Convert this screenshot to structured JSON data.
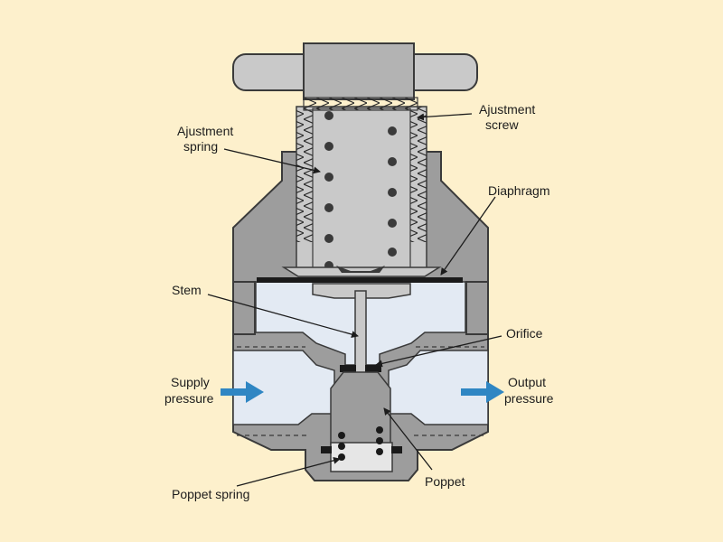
{
  "colors": {
    "background": "#fdf0cc",
    "body": "#9d9d9d",
    "body_light": "#c9c9c9",
    "outline": "#3a3a3a",
    "fluid": "#e3eaf3",
    "diaphragm": "#1a1a1a",
    "arrow": "#2f86c3"
  },
  "labels": {
    "adjustment_screw": [
      "Ajustment",
      "screw"
    ],
    "adjustment_spring": [
      "Ajustment",
      "spring"
    ],
    "diaphragm": "Diaphragm",
    "stem": "Stem",
    "orifice": "Orifice",
    "supply_pressure": [
      "Supply",
      "pressure"
    ],
    "output_pressure": [
      "Output",
      "pressure"
    ],
    "poppet": "Poppet",
    "poppet_spring": "Poppet spring"
  }
}
